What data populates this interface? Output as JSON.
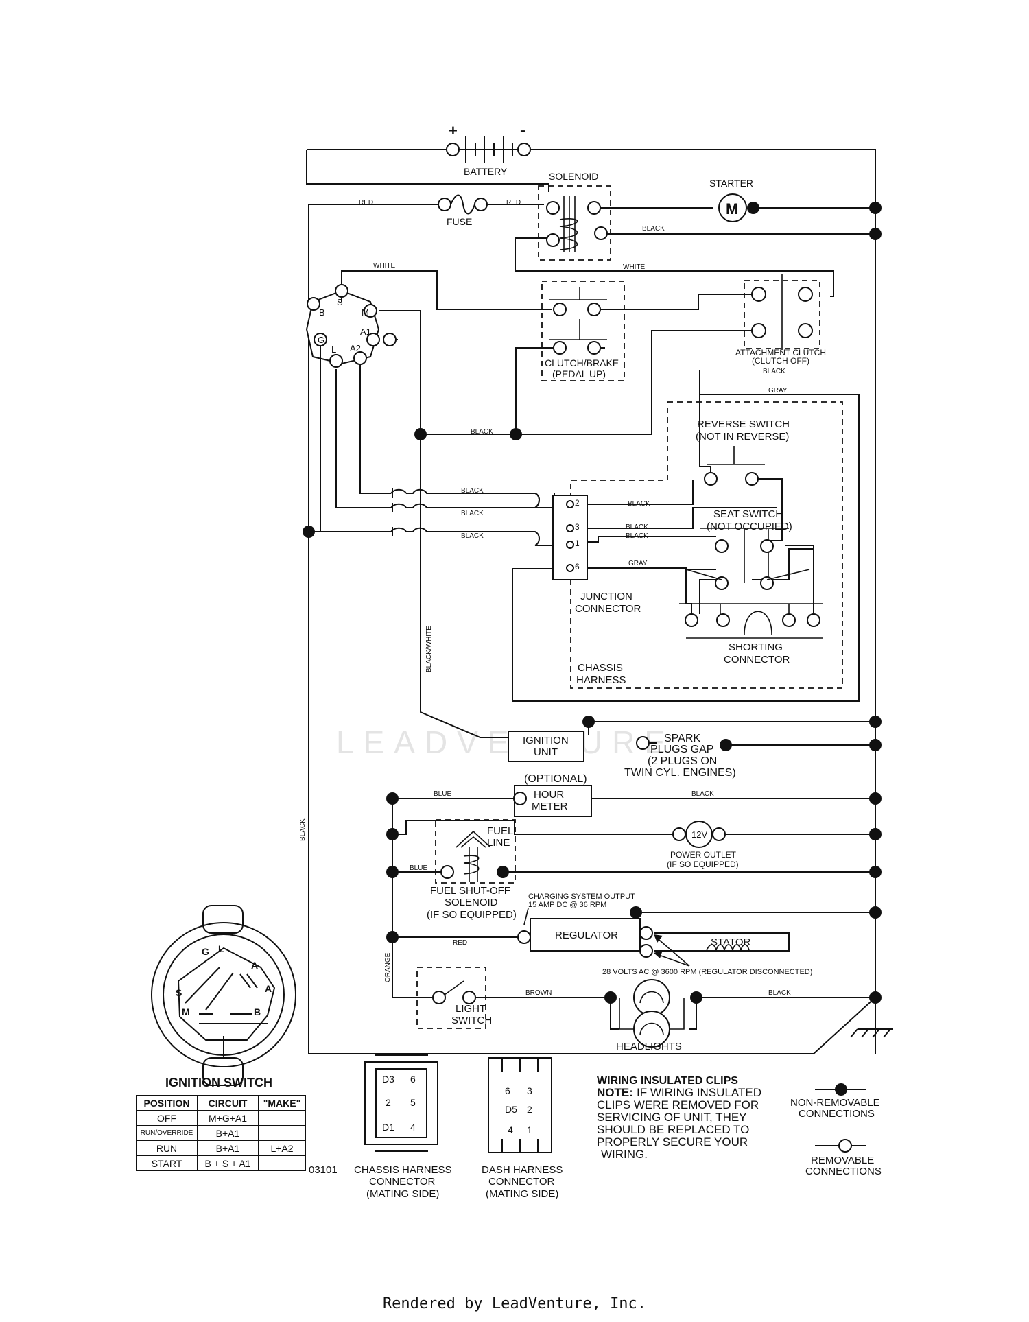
{
  "labels": {
    "battery": "BATTERY",
    "solenoid": "SOLENOID",
    "starter": "STARTER",
    "fuse": "FUSE",
    "red": "RED",
    "white": "WHITE",
    "black": "BLACK",
    "gray": "GRAY",
    "blue": "BLUE",
    "brown": "BROWN",
    "orange": "ORANGE",
    "black_white": "BLACK/WHITE",
    "clutch_brake_1": "CLUTCH/BRAKE",
    "clutch_brake_2": "(PEDAL UP)",
    "attach_clutch_1": "ATTACHMENT CLUTCH",
    "attach_clutch_2": "(CLUTCH OFF)",
    "reverse_1": "REVERSE SWITCH",
    "reverse_2": "(NOT IN REVERSE)",
    "seat_1": "SEAT SWITCH",
    "seat_2": "(NOT OCCUPIED)",
    "junction_1": "JUNCTION",
    "junction_2": "CONNECTOR",
    "shorting_1": "SHORTING",
    "shorting_2": "CONNECTOR",
    "chassis_1": "CHASSIS",
    "chassis_2": "HARNESS",
    "ignition_1": "IGNITION",
    "ignition_2": "UNIT",
    "spark_1": "SPARK",
    "spark_2": "PLUGS GAP",
    "spark_3": "(2 PLUGS ON",
    "spark_4": "TWIN CYL. ENGINES)",
    "optional": "(OPTIONAL)",
    "hour_1": "HOUR",
    "hour_2": "METER",
    "fuel_1": "FUEL",
    "fuel_2": "LINE",
    "outlet_v": "12V",
    "outlet_1": "POWER OUTLET",
    "outlet_2": "(IF SO EQUIPPED)",
    "fso_1": "FUEL SHUT-OFF",
    "fso_2": "SOLENOID",
    "fso_3": "(IF SO EQUIPPED)",
    "charging_1": "CHARGING SYSTEM OUTPUT",
    "charging_2": "15 AMP DC @ 36 RPM",
    "regulator": "REGULATOR",
    "stator": "STATOR",
    "ac_note": "28 VOLTS AC @ 3600 RPM (REGULATOR DISCONNECTED)",
    "light_1": "LIGHT",
    "light_2": "SWITCH",
    "headlights": "HEADLIGHTS",
    "ignition_switch": "IGNITION SWITCH",
    "chassis_conn_1": "CHASSIS HARNESS",
    "chassis_conn_2": "CONNECTOR",
    "chassis_conn_3": "(MATING SIDE)",
    "dash_conn_1": "DASH HARNESS",
    "dash_conn_2": "CONNECTOR",
    "dash_conn_3": "(MATING SIDE)",
    "clips_title": "WIRING INSULATED CLIPS",
    "clips_note_bold": "NOTE:",
    "clips_note_1": "IF WIRING INSULATED",
    "clips_note_2": "CLIPS WERE REMOVED FOR",
    "clips_note_3": "SERVICING OF UNIT, THEY",
    "clips_note_4": "SHOULD BE REPLACED TO",
    "clips_note_5": "PROPERLY SECURE YOUR",
    "clips_note_6": "WIRING.",
    "nonrem_1": "NON-REMOVABLE",
    "nonrem_2": "CONNECTIONS",
    "rem_1": "REMOVABLE",
    "rem_2": "CONNECTIONS",
    "code": "03101",
    "watermark": "LEADVENTURE",
    "plus": "+",
    "minus": "-"
  },
  "ign_terms": {
    "s": "S",
    "m": "M",
    "b": "B",
    "a1": "A1",
    "g": "G",
    "l": "L",
    "a2": "A2"
  },
  "junction_pins": {
    "p2": "2",
    "p3": "3",
    "p1": "1",
    "p6": "6"
  },
  "ign_table": {
    "headers": [
      "POSITION",
      "CIRCUIT",
      "\"MAKE\""
    ],
    "rows": [
      [
        "OFF",
        "M+G+A1",
        ""
      ],
      [
        "RUN/OVERRIDE",
        "B+A1",
        ""
      ],
      [
        "RUN",
        "B+A1",
        "L+A2"
      ],
      [
        "START",
        "B + S + A1",
        ""
      ]
    ]
  },
  "chassis_pins": [
    "D3",
    "6",
    "2",
    "5",
    "D1",
    "4"
  ],
  "dash_pins": [
    "6",
    "3",
    "D5",
    "2",
    "4",
    "1"
  ],
  "footer": "Rendered by LeadVenture, Inc."
}
